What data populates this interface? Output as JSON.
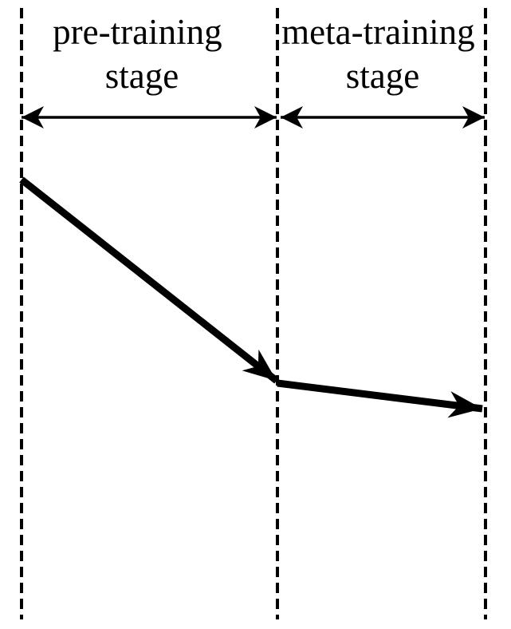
{
  "figure": {
    "background_color": "#ffffff",
    "ink_color": "#000000",
    "stages": [
      {
        "label_line1": "pre-training",
        "label_line2": "stage"
      },
      {
        "label_line1": "meta-training",
        "label_line2": "stage"
      }
    ]
  }
}
